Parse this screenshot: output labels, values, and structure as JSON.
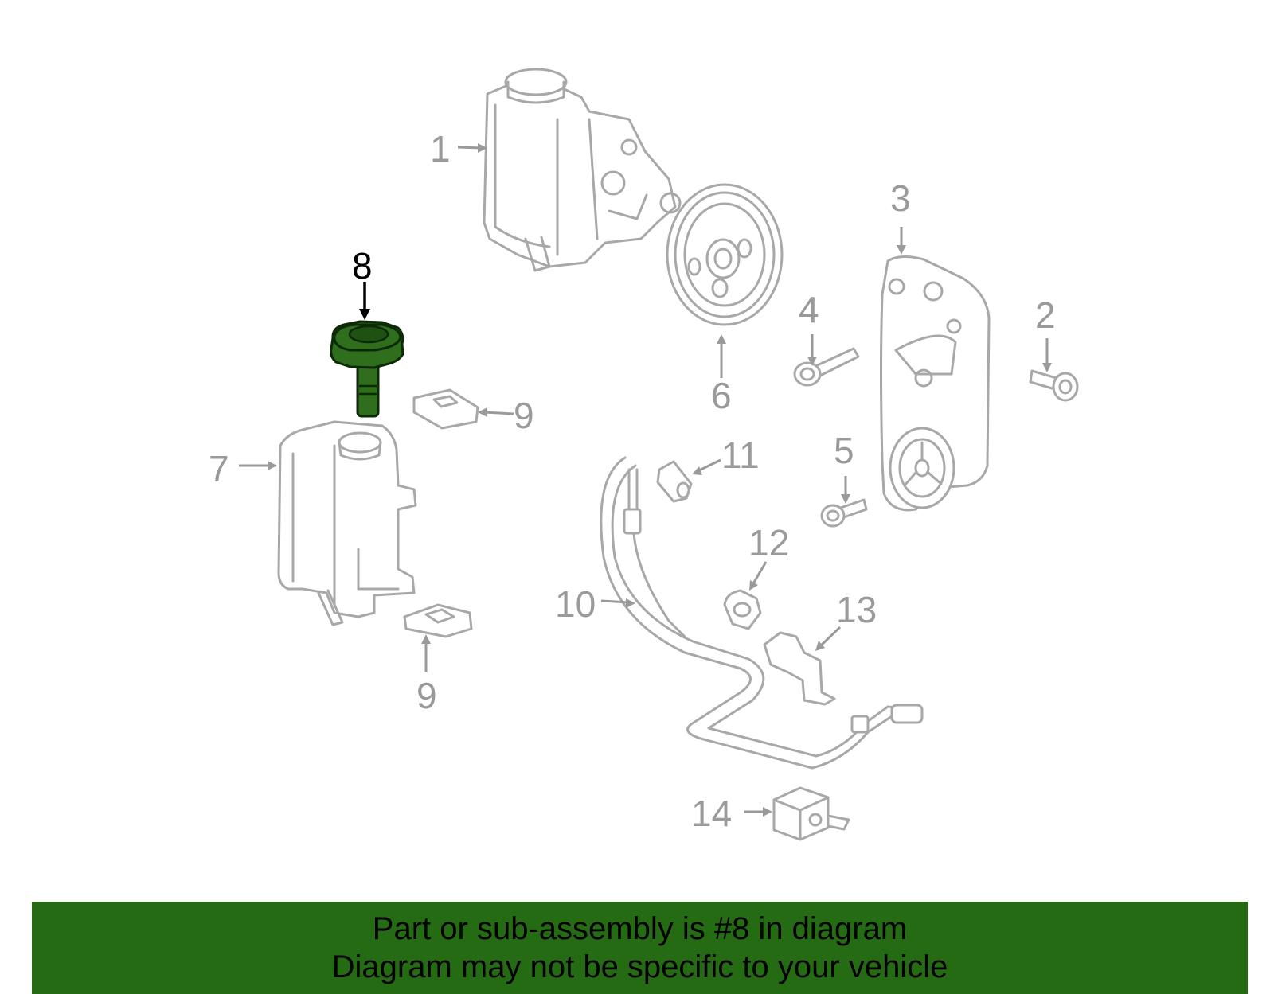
{
  "diagram": {
    "highlight_color": "#2e6e1c",
    "line_color": "#a8a8a8",
    "highlighted_part": "8",
    "callouts": [
      {
        "id": "c1",
        "label": "1"
      },
      {
        "id": "c2",
        "label": "2"
      },
      {
        "id": "c3",
        "label": "3"
      },
      {
        "id": "c4",
        "label": "4"
      },
      {
        "id": "c5",
        "label": "5"
      },
      {
        "id": "c6",
        "label": "6"
      },
      {
        "id": "c7",
        "label": "7"
      },
      {
        "id": "c8",
        "label": "8"
      },
      {
        "id": "c9a",
        "label": "9"
      },
      {
        "id": "c9b",
        "label": "9"
      },
      {
        "id": "c10",
        "label": "10"
      },
      {
        "id": "c11",
        "label": "11"
      },
      {
        "id": "c12",
        "label": "12"
      },
      {
        "id": "c13",
        "label": "13"
      },
      {
        "id": "c14",
        "label": "14"
      }
    ]
  },
  "banner": {
    "background": "#246b14",
    "line1": "Part or sub-assembly is #8 in diagram",
    "line2": "Diagram may not be specific to your vehicle"
  }
}
